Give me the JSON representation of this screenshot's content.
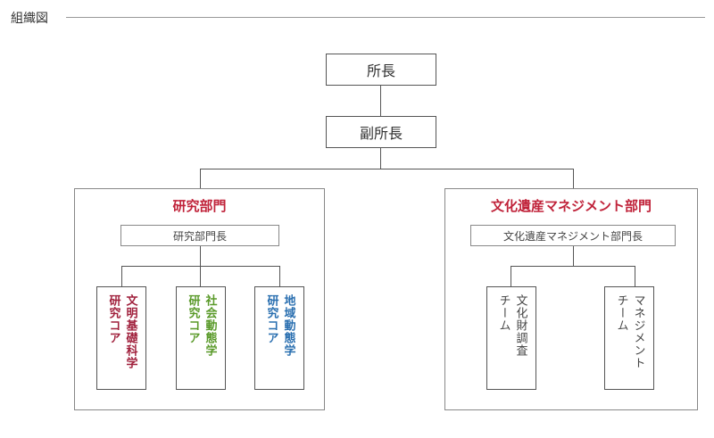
{
  "heading": "組織図",
  "director": "所長",
  "deputy_director": "副所長",
  "research_division": {
    "title": "研究部門",
    "head": "研究部門長",
    "color": "#c0233a",
    "cores": [
      {
        "line1": "文明基礎科学",
        "line2": "研究コア",
        "color": "#a0203c"
      },
      {
        "line1": "社会動態学",
        "line2": "研究コア",
        "color": "#5a9a2a"
      },
      {
        "line1": "地域動態学",
        "line2": "研究コア",
        "color": "#2a6fb0"
      }
    ]
  },
  "heritage_division": {
    "title": "文化遺産マネジメント部門",
    "head": "文化遺産マネジメント部門長",
    "color": "#c0233a",
    "teams": [
      {
        "line1": "文化財調査",
        "line2": "チーム",
        "color": "#444444"
      },
      {
        "line1": "マネジメント",
        "line2": "チーム",
        "color": "#444444"
      }
    ]
  }
}
